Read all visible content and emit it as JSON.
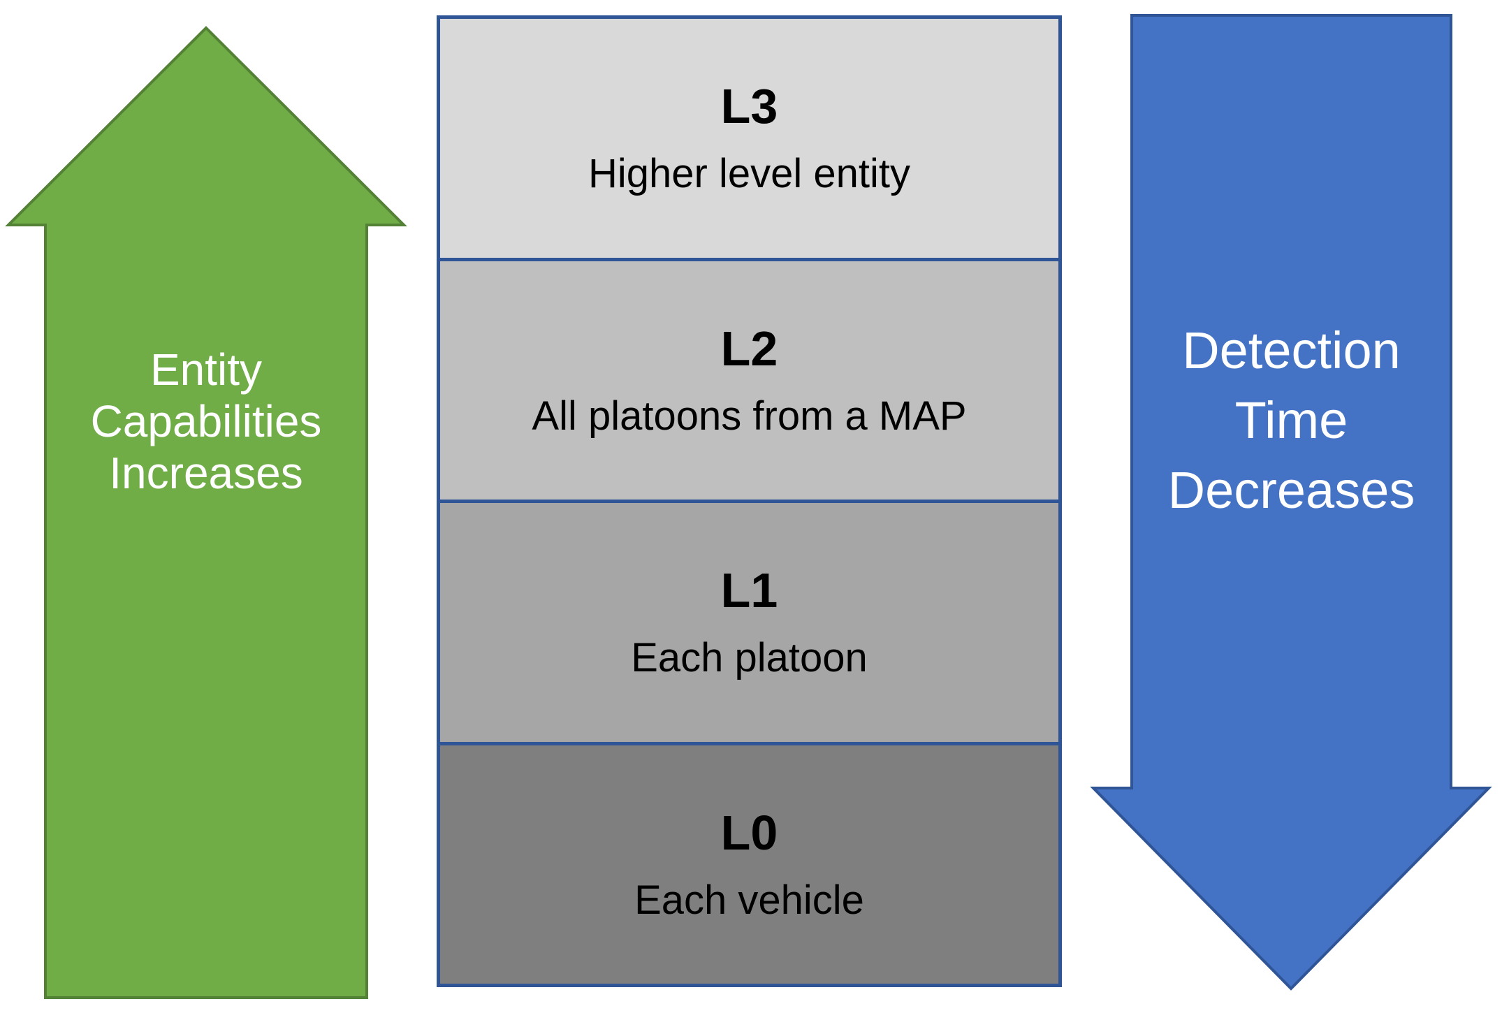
{
  "diagram": {
    "title": "Hierarchy levels diagram",
    "left_arrow": {
      "direction": "up",
      "fill": "#70AD47",
      "border": "#538135",
      "text_color": "#FFFFFF",
      "label_lines": [
        "Entity",
        "Capabilities",
        "Increases"
      ]
    },
    "right_arrow": {
      "direction": "down",
      "fill": "#4472C4",
      "border": "#2F5597",
      "text_color": "#FFFFFF",
      "label_lines": [
        "Detection",
        "Time",
        "Decreases"
      ]
    },
    "box_border_color": "#2F5597",
    "levels": [
      {
        "id": "L3",
        "description": "Higher level entity",
        "fill": "#D9D9D9"
      },
      {
        "id": "L2",
        "description": "All platoons from a MAP",
        "fill": "#BFBFBF"
      },
      {
        "id": "L1",
        "description": "Each platoon",
        "fill": "#A6A6A6"
      },
      {
        "id": "L0",
        "description": "Each vehicle",
        "fill": "#7F7F7F"
      }
    ]
  }
}
